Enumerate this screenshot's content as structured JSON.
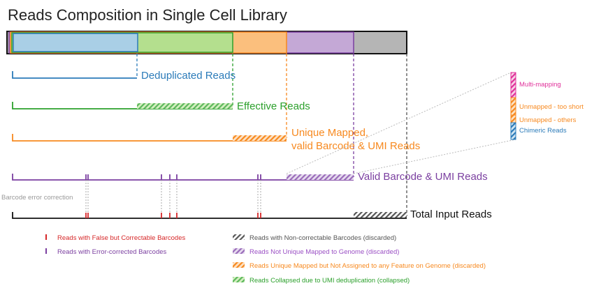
{
  "title": "Reads Composition in Single Cell Library",
  "colors": {
    "blue": "#2b7bb9",
    "green": "#2ca02c",
    "orange": "#f7891f",
    "purple": "#7b3fa0",
    "gray": "#555555",
    "black": "#111111",
    "red": "#d62728",
    "pink": "#e0309a",
    "blue_fill": "#a9cfe6",
    "green_fill": "#b4df8e",
    "orange_fill": "#fbbf7d",
    "purple_fill": "#c4a8d6",
    "gray_fill": "#b5b5b5"
  },
  "labels": {
    "deduplicated": "Deduplicated Reads",
    "effective": "Effective Reads",
    "unique_mapped_1": "Unique Mapped,",
    "unique_mapped_2": "valid Barcode & UMI Reads",
    "valid_barcode": "Valid Barcode & UMI Reads",
    "total_input": "Total Input Reads",
    "barcode_error": "Barcode error correction"
  },
  "breakdown": [
    {
      "label": "Multi-mapping",
      "color": "pink"
    },
    {
      "label": "Unmapped - too short",
      "color": "orange"
    },
    {
      "label": "Unmapped - others",
      "color": "orange"
    },
    {
      "label": "Chimeric Reads",
      "color": "blue"
    }
  ],
  "legend_left": [
    {
      "label": "Reads with False but Correctable Barcodes",
      "color": "red"
    },
    {
      "label": "Reads with Error-corrected Barcodes",
      "color": "purple"
    }
  ],
  "legend_right": [
    {
      "label": "Reads with Non-correctable Barcodes (discarded)",
      "color": "gray"
    },
    {
      "label": "Reads Not Unique Mapped to Genome (discarded)",
      "color": "purple"
    },
    {
      "label": "Reads Unique Mapped but Not Assigned to any Feature on Genome (discarded)",
      "color": "orange"
    },
    {
      "label": "Reads Collapsed due to UMI deduplication (collapsed)",
      "color": "green"
    }
  ]
}
